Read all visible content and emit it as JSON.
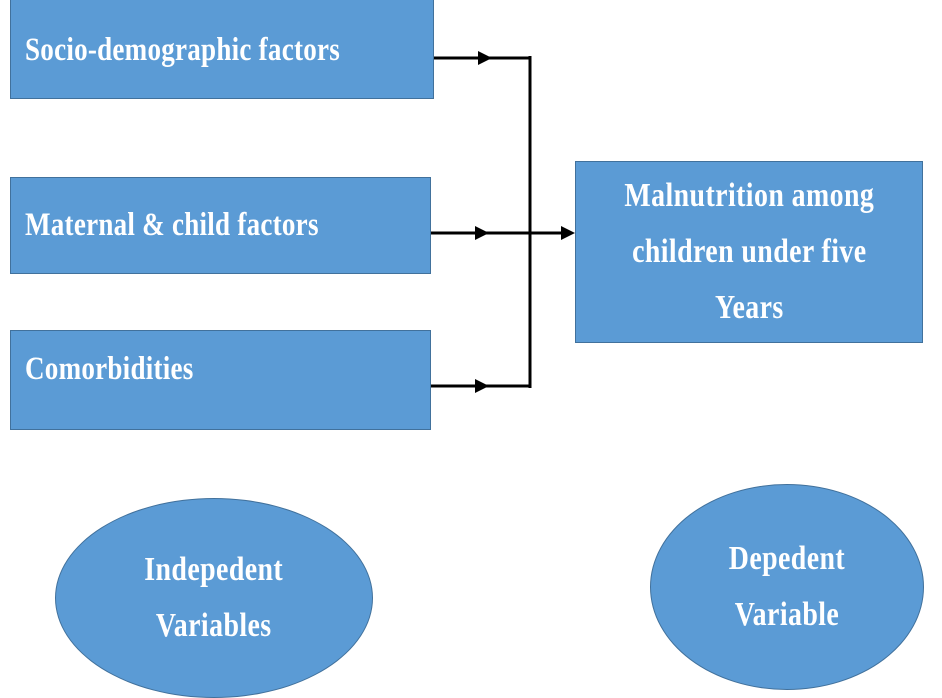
{
  "diagram": {
    "independent_boxes": [
      {
        "label": "Socio-demographic  factors"
      },
      {
        "label": "Maternal  &  child  factors"
      },
      {
        "label": "Comorbidities"
      }
    ],
    "outcome_box": {
      "lines": [
        "Malnutrition  among",
        "children  under  five",
        "Years"
      ]
    },
    "legend": {
      "independent": [
        "Indepedent",
        "Variables"
      ],
      "dependent": [
        "Depedent",
        "Variable"
      ]
    },
    "colors": {
      "box_fill": "#5b9bd5",
      "box_border": "#41719c",
      "text": "#ffffff",
      "connector": "#000000"
    }
  }
}
